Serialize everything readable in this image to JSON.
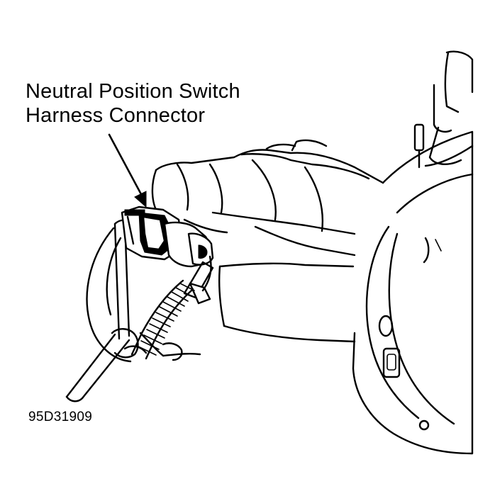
{
  "callout": {
    "line1": "Neutral Position Switch",
    "line2": "Harness Connector"
  },
  "figure_id": "95D31909",
  "icons": {
    "arrow": "leader-arrow-icon"
  }
}
